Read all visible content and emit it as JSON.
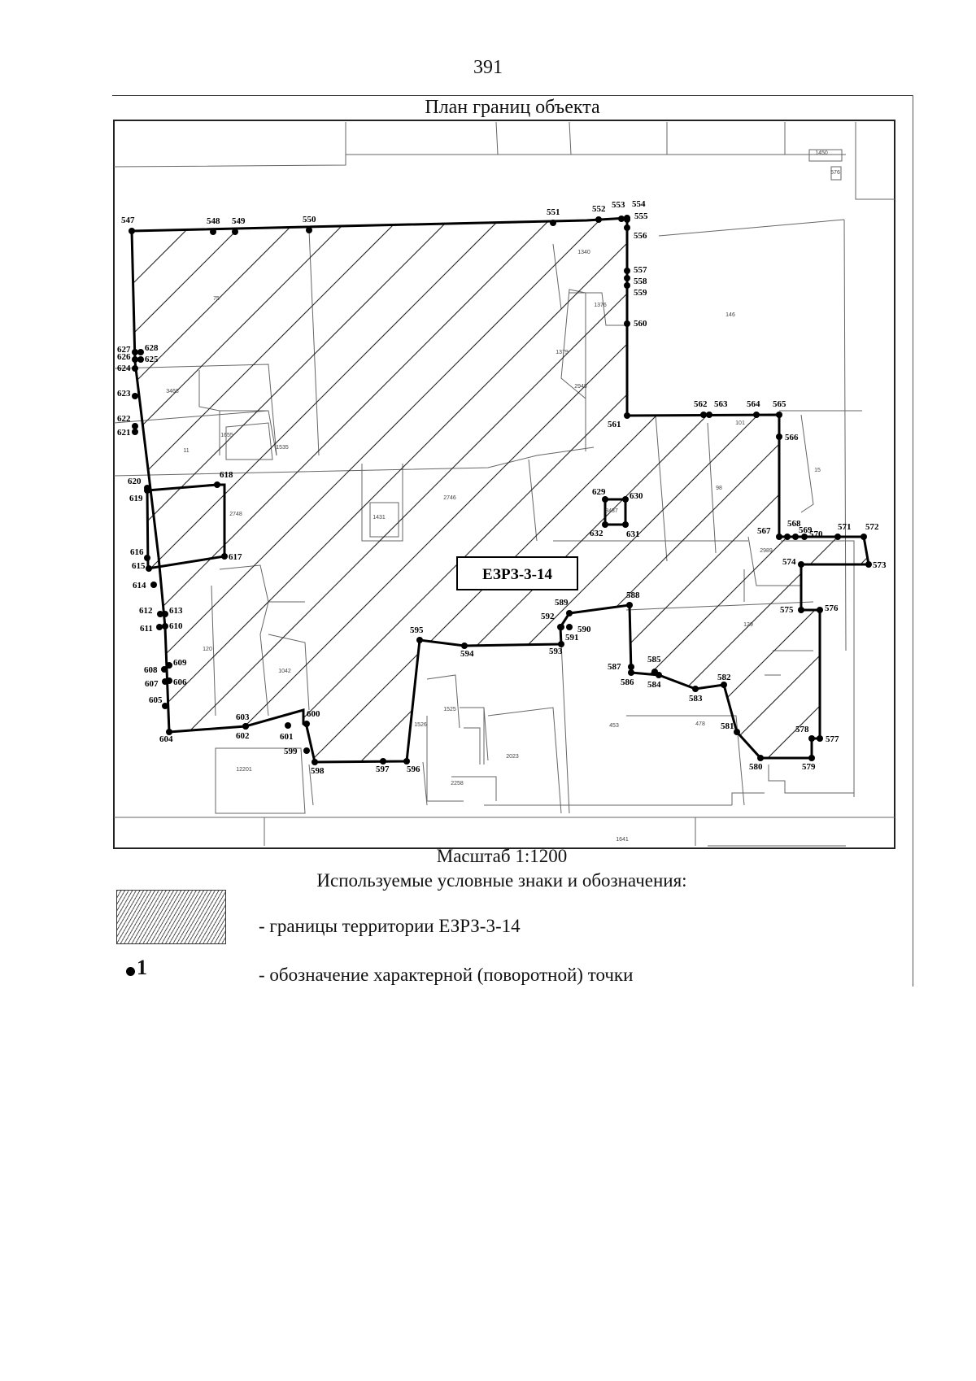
{
  "page_number": "391",
  "plan_title": "План границ объекта",
  "zone_label": "ЕЗРЗ-3-14",
  "scale_text": "Масштаб 1:1200",
  "legend": {
    "heading": "Используемые условные знаки и обозначения:",
    "hatch_text": "- границы территории ЕЗРЗ-3-14",
    "point_symbol": "1",
    "point_text": "- обозначение характерной (поворотной) точки"
  },
  "parcel_labels": [
    "1450",
    "576",
    "3468",
    "1655",
    "1535",
    "11",
    "2748",
    "1431",
    "2746",
    "3437",
    "1340",
    "1376",
    "1379",
    "2948",
    "146",
    "101",
    "98",
    "15",
    "2989",
    "129",
    "1042",
    "120",
    "1525",
    "2023",
    "1526",
    "2258",
    "453",
    "478",
    "1641",
    "12201",
    "75"
  ],
  "points": [
    "547",
    "548",
    "549",
    "550",
    "551",
    "552",
    "553",
    "554",
    "555",
    "556",
    "557",
    "558",
    "559",
    "560",
    "561",
    "562",
    "563",
    "564",
    "565",
    "566",
    "567",
    "568",
    "569",
    "570",
    "571",
    "572",
    "573",
    "574",
    "575",
    "576",
    "577",
    "578",
    "579",
    "580",
    "581",
    "582",
    "583",
    "584",
    "585",
    "586",
    "587",
    "588",
    "589",
    "590",
    "591",
    "592",
    "593",
    "594",
    "595",
    "596",
    "597",
    "598",
    "599",
    "600",
    "601",
    "602",
    "603",
    "604",
    "605",
    "606",
    "607",
    "608",
    "609",
    "610",
    "611",
    "612",
    "613",
    "614",
    "615",
    "616",
    "617",
    "618",
    "619",
    "620",
    "621",
    "622",
    "623",
    "624",
    "625",
    "626",
    "627",
    "628",
    "629",
    "630",
    "631",
    "632"
  ]
}
